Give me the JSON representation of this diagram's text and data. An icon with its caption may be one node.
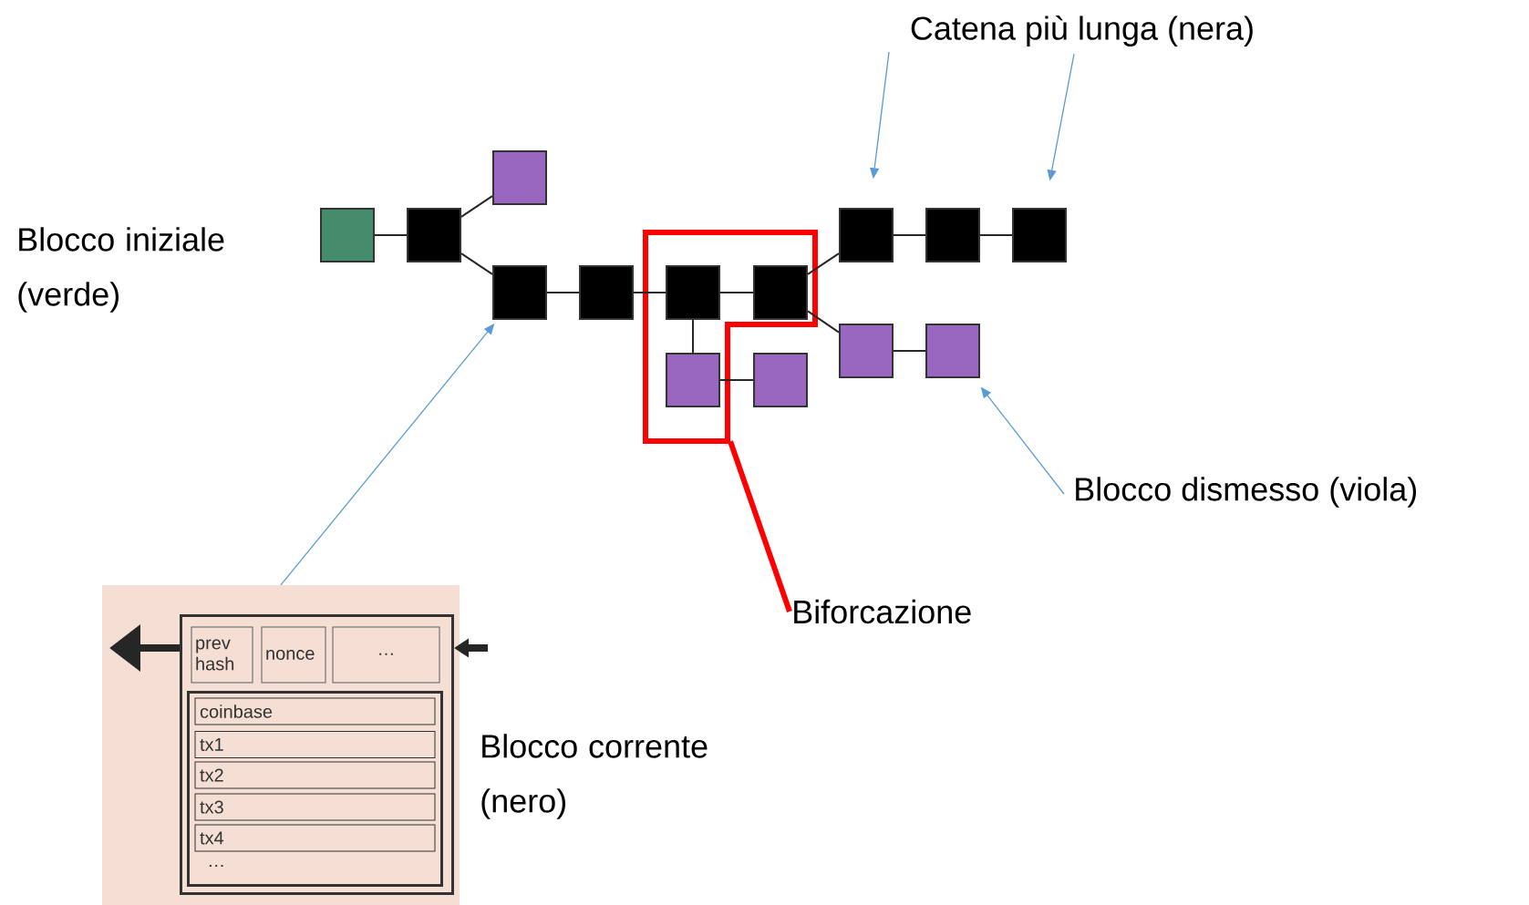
{
  "diagram": {
    "nodes": [
      {
        "text": [],
        "shape": "box",
        "beside": [
          "Blocco iniziale (verde)"
        ]
      },
      {
        "text": [],
        "shape": "box"
      },
      {
        "text": [],
        "shape": "box"
      },
      {
        "text": [],
        "shape": "box"
      },
      {
        "text": [],
        "shape": "box"
      },
      {
        "text": [],
        "shape": "box",
        "in": 14
      },
      {
        "text": [],
        "shape": "box",
        "in": 14
      },
      {
        "text": [],
        "shape": "box",
        "in": 14
      },
      {
        "text": [],
        "shape": "box"
      },
      {
        "text": [],
        "shape": "box"
      },
      {
        "text": [],
        "shape": "box"
      },
      {
        "text": [],
        "shape": "box"
      },
      {
        "text": [],
        "shape": "box"
      },
      {
        "text": [],
        "shape": "box"
      },
      {
        "text": [],
        "shape": "box"
      },
      {
        "text": [
          "Catena più lunga (nera)"
        ]
      },
      {
        "text": [
          "Biforcazione"
        ]
      },
      {
        "text": [
          "Blocco dismesso (viola)"
        ]
      },
      {
        "text": [],
        "shape": "box",
        "beside": [
          "Blocco corrente (nero)"
        ]
      },
      {
        "text": [],
        "shape": "box",
        "in": 18
      },
      {
        "text": [
          "prev hash"
        ],
        "in": 19
      },
      {
        "text": [
          "nonce"
        ],
        "in": 19
      },
      {
        "text": [
          "…"
        ],
        "in": 19
      },
      {
        "text": [],
        "shape": "box",
        "in": 19
      },
      {
        "text": [
          "coinbase"
        ],
        "in": 23
      },
      {
        "text": [
          "tx1"
        ],
        "in": 23
      },
      {
        "text": [
          "tx2"
        ],
        "in": 23
      },
      {
        "text": [
          "tx3"
        ],
        "in": 23
      },
      {
        "text": [
          "tx4"
        ],
        "in": 23
      }
    ],
    "edges": [
      {
        "from": 0,
        "to": 1,
        "arrow": "none"
      },
      {
        "from": 1,
        "to": 2,
        "arrow": "none"
      },
      {
        "from": 1,
        "to": 3,
        "arrow": "none"
      },
      {
        "from": 3,
        "to": 4,
        "arrow": "none"
      },
      {
        "from": 4,
        "to": 5,
        "arrow": "none"
      },
      {
        "from": 5,
        "to": 6,
        "arrow": "none"
      },
      {
        "from": 5,
        "to": 7,
        "arrow": "none"
      },
      {
        "from": 7,
        "to": 8,
        "arrow": "none"
      },
      {
        "from": 6,
        "to": 9,
        "arrow": "none"
      },
      {
        "from": 6,
        "to": 12,
        "arrow": "none"
      },
      {
        "from": 9,
        "to": 10,
        "arrow": "none"
      },
      {
        "from": 10,
        "to": 11,
        "arrow": "none"
      },
      {
        "from": 12,
        "to": 13,
        "arrow": "none"
      },
      {
        "from": 15,
        "to": 9,
        "arrow": "to",
        "color": "#5b9bd5"
      },
      {
        "from": 15,
        "to": 11,
        "arrow": "to",
        "color": "#5b9bd5"
      },
      {
        "from": 17,
        "to": 13,
        "arrow": "to",
        "color": "#5b9bd5"
      },
      {
        "from": 16,
        "to": 14,
        "arrow": "none",
        "style": "thick",
        "color": "#ff0000"
      },
      {
        "from": 18,
        "to": 3,
        "arrow": "to",
        "color": "#5b9bd5"
      },
      {
        "from": 19,
        "to": null,
        "arrow": "to",
        "style": "thick"
      },
      {
        "from": null,
        "to": 19,
        "arrow": "to",
        "style": "thick"
      }
    ],
    "labels": [
      "…"
    ]
  }
}
